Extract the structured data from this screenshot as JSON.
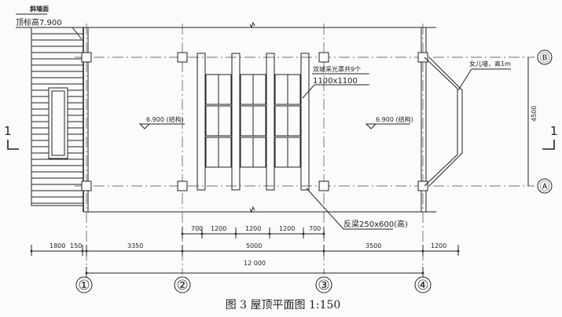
{
  "caption": "图 3   屋顶平面图 1:150",
  "labels": {
    "slope_wall": "斜墙面",
    "top_elevation": "顶标高7.900",
    "skylight_note": "双坡采光罩共9个",
    "skylight_size": "1100x1100",
    "parapet_note": "女儿墙，高1m",
    "beam_note": "反梁250x600(高)",
    "elev_left": "6.900 (结构)",
    "elev_right": "6.900 (结构)",
    "section_left": "1",
    "section_right": "1"
  },
  "axes": {
    "vertical": [
      "①",
      "②",
      "③",
      "④"
    ],
    "horizontal": [
      "Ⓑ",
      "Ⓐ"
    ]
  },
  "dimensions": {
    "row1": [
      "700",
      "1200",
      "1200",
      "1200",
      "700"
    ],
    "row2": [
      "1800",
      "150",
      "3350",
      "5000",
      "3500",
      "1200"
    ],
    "total": "12 000",
    "vertical": "4500"
  }
}
